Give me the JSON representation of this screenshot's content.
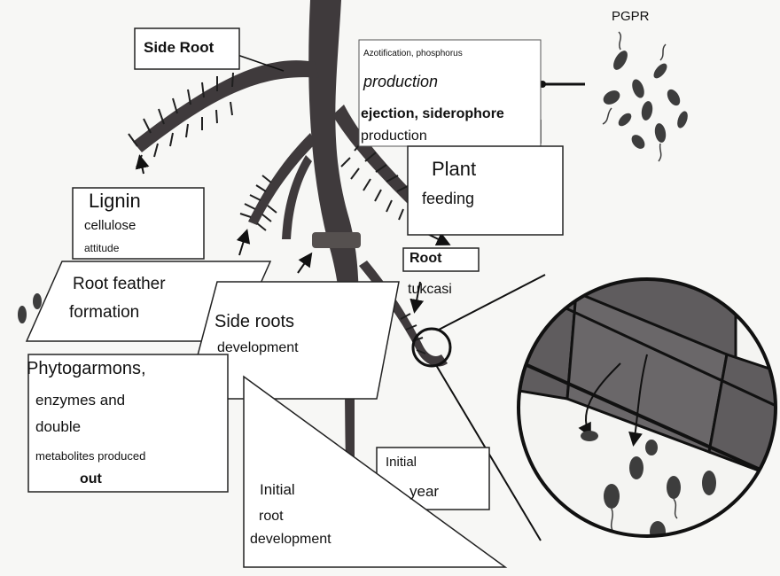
{
  "labels": {
    "pgpr": "PGPR",
    "side_root": "Side Root",
    "pgpr_functions": {
      "line1": "Azotification, phosphorus",
      "line2": "production",
      "line3": "ejection, siderophore",
      "line4": "production"
    },
    "plant_feeding": {
      "line1": "Plant",
      "line2": "feeding"
    },
    "lignin": {
      "line1": "Lignin",
      "line2": "cellulose",
      "line3": "attitude"
    },
    "root_feather": {
      "line1": "Root feather",
      "line2": "formation"
    },
    "root_tukcasi": {
      "line1": "Root",
      "line2": "tukcasi"
    },
    "side_roots_dev": {
      "line1": "Side roots",
      "line2": "development"
    },
    "phytogarmons": {
      "line1": "Phytogarmons,",
      "line2": "enzymes and",
      "line3": "double",
      "line4": "metabolites produced",
      "line5": "out"
    },
    "initial_year": {
      "line1": "Initial",
      "line2": "year"
    },
    "initial_root_dev": {
      "line1": "Initial",
      "line2": "root",
      "line3": "development"
    }
  },
  "colors": {
    "root": "#3f3a3c",
    "root_hair": "#1f1f1f",
    "cell_fill": "#5f5c5e",
    "bacteria": "#3d3d3d"
  },
  "icons": [
    "bacteria-cluster-icon",
    "root-cells-magnified-icon",
    "arrow-icon"
  ]
}
